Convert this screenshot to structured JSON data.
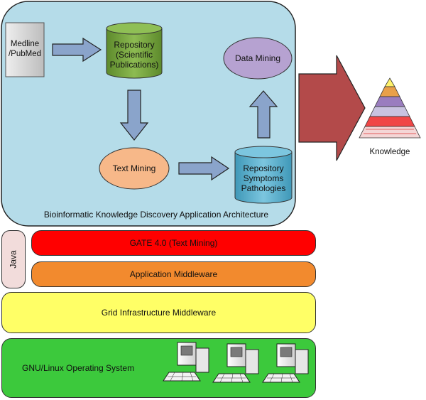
{
  "architecture": {
    "caption": "Bioinformatic Knowledge Discovery Application Architecture",
    "nodes": {
      "medline": "Medline\n/PubMed",
      "repo_pubs": "Repository\n(Scientific\nPublications)",
      "text_mining": "Text Mining",
      "repo_symptoms": "Repository\nSymptoms\nPathologies",
      "data_mining": "Data Mining"
    },
    "output": "Knowledge"
  },
  "stack": {
    "java": "Java",
    "gate": "GATE 4.0 (Text Mining)",
    "app_middleware": "Application Middleware",
    "grid_middleware": "Grid Infrastructure Middleware",
    "os": "GNU/Linux Operating System"
  },
  "colors": {
    "arch_bg": "#b5dce9",
    "medline": "#d4d4d4",
    "repo_pubs": "#76a33e",
    "text_mining": "#f7b889",
    "repo_symptoms": "#5bb0cd",
    "data_mining": "#b6a2d1",
    "flow_arrow": "#8aa4cb",
    "big_arrow": "#b34a4a",
    "java": "#f2dcdb",
    "gate": "#ff0000",
    "app_middleware": "#f28a2e",
    "grid_middleware": "#ffff66",
    "os": "#3cc93c"
  }
}
